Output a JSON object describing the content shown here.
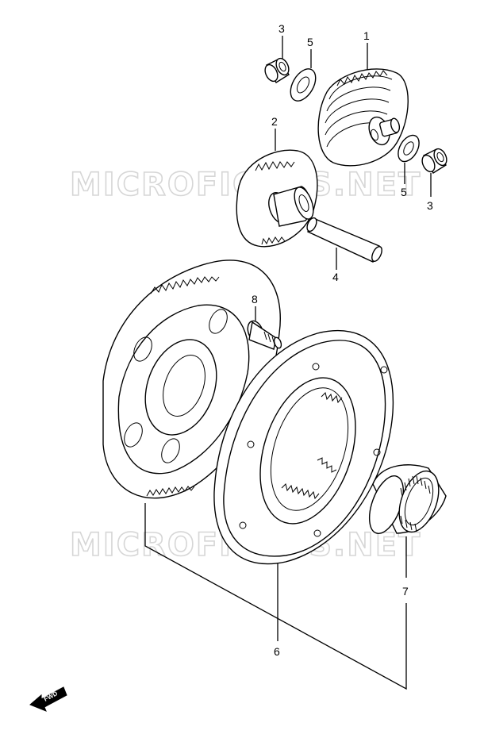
{
  "watermark": "MICROFICHES.NET",
  "fwd_label": "FWD",
  "callouts": {
    "c1": "1",
    "c2": "2",
    "c3a": "3",
    "c3b": "3",
    "c4": "4",
    "c5a": "5",
    "c5b": "5",
    "c6": "6",
    "c7": "7",
    "c8": "8"
  }
}
